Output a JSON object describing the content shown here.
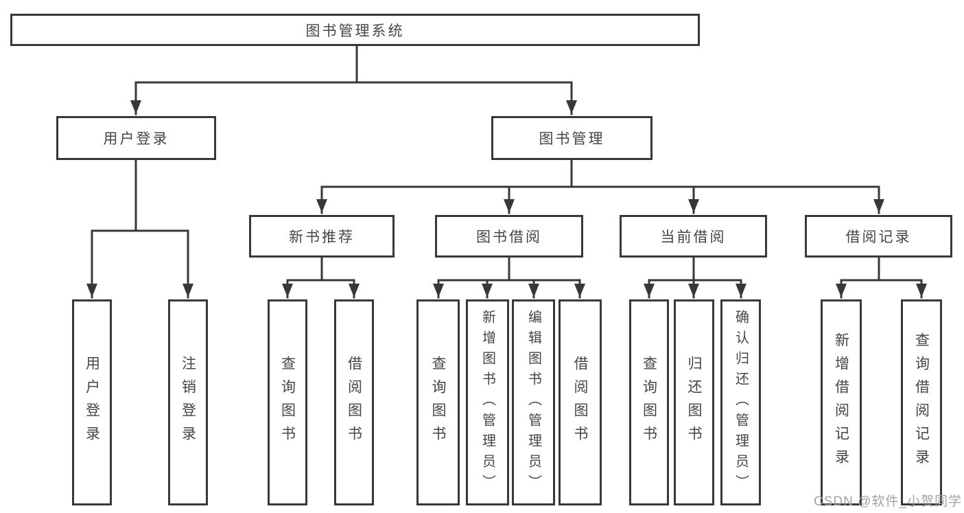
{
  "diagram": {
    "root": {
      "label": "图书管理系统"
    },
    "branches": [
      {
        "label": "用户登录",
        "children": [
          "用户登录",
          "注销登录"
        ]
      },
      {
        "label": "图书管理",
        "groups": [
          {
            "label": "新书推荐",
            "children": [
              "查询图书",
              "借阅图书"
            ]
          },
          {
            "label": "图书借阅",
            "children": [
              "查询图书",
              "新增图书（管理员）",
              "编辑图书（管理员）",
              "借阅图书"
            ]
          },
          {
            "label": "当前借阅",
            "children": [
              "查询图书",
              "归还图书",
              "确认归还（管理员）"
            ]
          },
          {
            "label": "借阅记录",
            "children": [
              "新增借阅记录",
              "查询借阅记录"
            ]
          }
        ]
      }
    ],
    "watermark": "CSDN @软件_小贺同学",
    "colors": {
      "line": "#383838",
      "box_border": "#383838",
      "text": "#42464b",
      "watermark": "#9da3a9",
      "background": "#ffffff"
    }
  }
}
